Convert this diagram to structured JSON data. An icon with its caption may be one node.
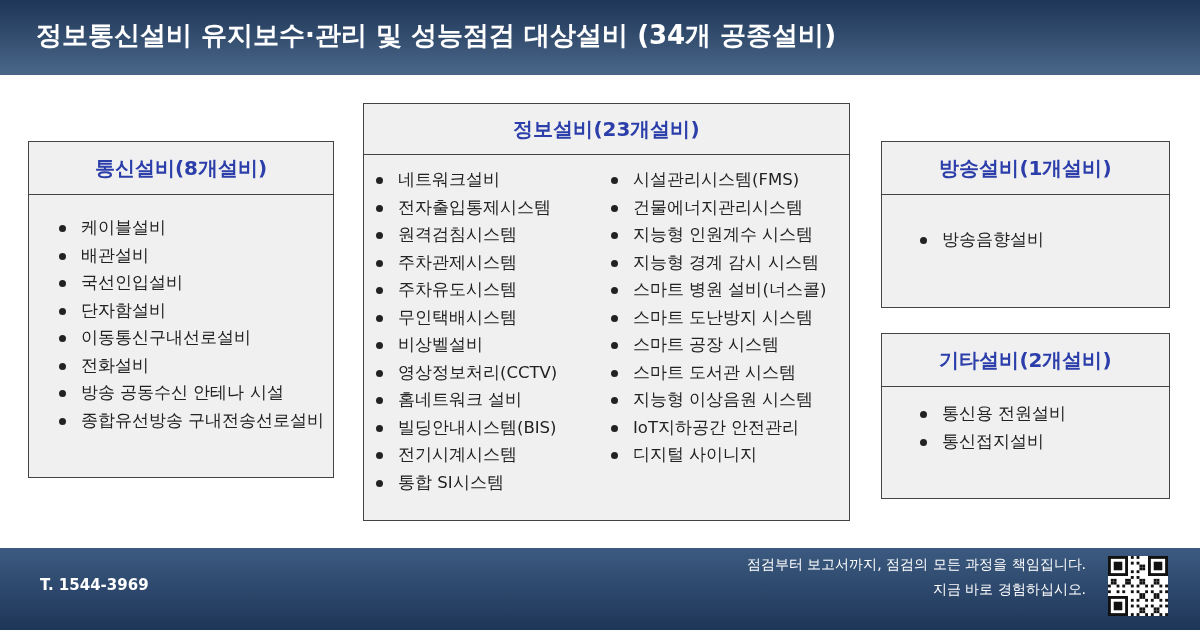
{
  "diagram": {
    "title": "정보통신설비 유지보수·관리 및 성능점검 대상설비 (34개 공종설비)",
    "nodes": [
      {
        "text": [
          "통신설비(8개설비)",
          "케이블설비",
          "배관설비",
          "국선인입설비",
          "단자함설비",
          "이동통신구내선로설비",
          "전화설비",
          "방송 공동수신 안테나 시설",
          "종합유선방송 구내전송선로설비"
        ]
      },
      {
        "text": [
          "정보설비(23개설비)",
          "네트워크설비",
          "전자출입통제시스템",
          "원격검침시스템",
          "주차관제시스템",
          "주차유도시스템",
          "무인택배시스템",
          "비상벨설비",
          "영상정보처리(CCTV)",
          "홈네트워크 설비",
          "빌딩안내시스템(BIS)",
          "전기시계시스템",
          "통합 SI시스템",
          "시설관리시스템(FMS)",
          "건물에너지관리시스템",
          "지능형 인원계수 시스템",
          "지능형 경계 감시 시스템",
          "스마트 병원 설비(너스콜)",
          "스마트 도난방지 시스템",
          "스마트 공장 시스템",
          "스마트 도서관 시스템",
          "지능형 이상음원 시스템",
          "IoT지하공간 안전관리",
          "디지털 사이니지"
        ]
      },
      {
        "text": [
          "방송설비(1개설비)",
          "방송음향설비"
        ]
      },
      {
        "text": [
          "기타설비(2개설비)",
          "통신용 전원설비",
          "통신접지설비"
        ]
      }
    ],
    "labels": [
      "T. 1544-3969",
      "점검부터 보고서까지, 점검의 모든 과정을 책임집니다.",
      "지금 바로 경험하십시오."
    ]
  }
}
